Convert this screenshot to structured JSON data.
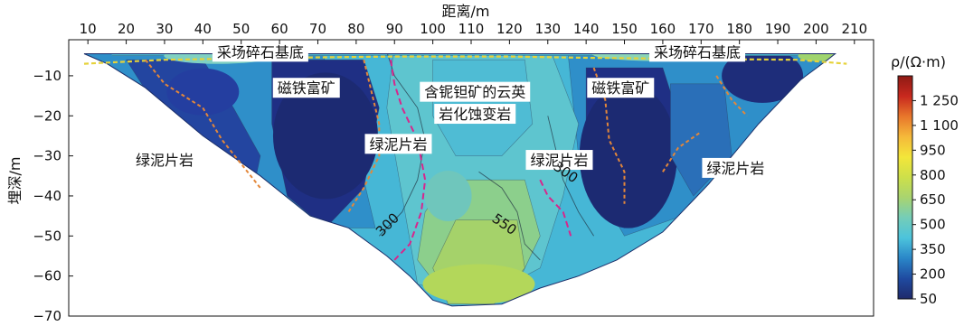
{
  "chart_data": {
    "type": "heatmap",
    "title": "",
    "xlabel": "距离/m",
    "ylabel": "埋深/m",
    "x_ticks": [
      10,
      20,
      30,
      40,
      50,
      60,
      70,
      80,
      90,
      100,
      110,
      120,
      130,
      140,
      150,
      160,
      170,
      180,
      190,
      200,
      210
    ],
    "y_ticks": [
      -10,
      -20,
      -30,
      -40,
      -50,
      -60,
      -70
    ],
    "xlim": [
      5,
      215
    ],
    "ylim": [
      -70,
      -1
    ],
    "x_axis_position": "top",
    "colorbar": {
      "label": "ρ/(Ω·m)",
      "ticks": [
        "1 250",
        "1 100",
        "950",
        "800",
        "650",
        "500",
        "350",
        "200",
        "50"
      ],
      "tick_values": [
        1250,
        1100,
        950,
        800,
        650,
        500,
        350,
        200,
        50
      ],
      "range": [
        50,
        1400
      ],
      "colors": [
        "#1f2a6b",
        "#1f4aa0",
        "#2a86c8",
        "#4cc3dc",
        "#74cdb8",
        "#a9d46f",
        "#cde04a",
        "#f3e63a",
        "#f5b93a",
        "#e8772b",
        "#c8281e",
        "#8e1a14"
      ]
    },
    "contour_labels": [
      {
        "text": "300",
        "x": 89,
        "y": -48
      },
      {
        "text": "550",
        "x": 118,
        "y": -48
      },
      {
        "text": "300",
        "x": 134,
        "y": -35
      }
    ],
    "annotations": [
      {
        "text": "采场碎石基底",
        "x": 55,
        "y": -4
      },
      {
        "text": "采场碎石基底",
        "x": 169,
        "y": -4
      },
      {
        "text": "磁铁富矿",
        "x": 67,
        "y": -13
      },
      {
        "text": "含铌钽矿的云英",
        "x": 111,
        "y": -14
      },
      {
        "text": "岩化蚀变岩",
        "x": 111,
        "y": -19.5
      },
      {
        "text": "磁铁富矿",
        "x": 149,
        "y": -13
      },
      {
        "text": "绿泥片岩",
        "x": 30,
        "y": -31
      },
      {
        "text": "绿泥片岩",
        "x": 91,
        "y": -27
      },
      {
        "text": "绿泥片岩",
        "x": 133,
        "y": -31
      },
      {
        "text": "绿泥片岩",
        "x": 179,
        "y": -33
      }
    ]
  }
}
